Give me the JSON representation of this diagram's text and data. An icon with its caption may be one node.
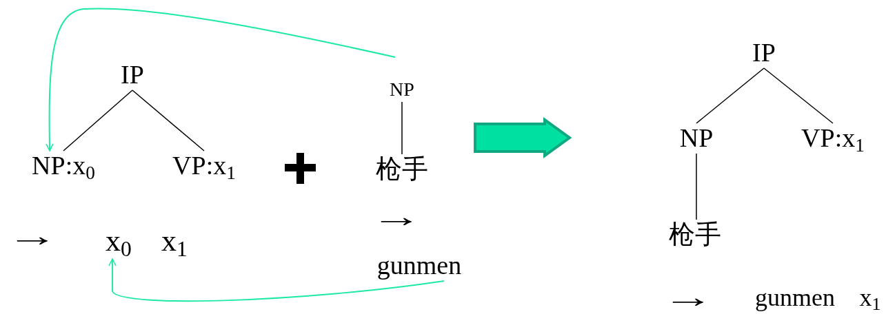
{
  "diagram": {
    "nodes": [
      {
        "text": [
          "IP"
        ]
      },
      {
        "text": [
          "NP:x$_{0}$"
        ]
      },
      {
        "text": [
          "VP:x$_{1}$"
        ]
      },
      {
        "text": [
          "NP"
        ]
      },
      {
        "text": [
          "枪手"
        ]
      },
      {
        "text": [
          "gunmen"
        ]
      },
      {
        "text": [
          "x$_{0}$"
        ]
      },
      {
        "text": [
          "IP"
        ]
      },
      {
        "text": [
          "NP"
        ]
      },
      {
        "text": [
          "VP:x$_{1}$"
        ]
      },
      {
        "text": [
          "枪手"
        ]
      }
    ],
    "edges": [
      {
        "from": 0,
        "to": 1,
        "arrow": "none"
      },
      {
        "from": 0,
        "to": 2,
        "arrow": "none"
      },
      {
        "from": 3,
        "to": 4,
        "arrow": "none"
      },
      {
        "from": 3,
        "to": 1,
        "arrow": "to",
        "color": "#1de9a6"
      },
      {
        "from": 5,
        "to": 6,
        "arrow": "to",
        "color": "#1de9a6"
      },
      {
        "from": 7,
        "to": 8,
        "arrow": "none"
      },
      {
        "from": 7,
        "to": 9,
        "arrow": "none"
      },
      {
        "from": 8,
        "to": 10,
        "arrow": "none"
      }
    ],
    "labels": [
      "→",
      "x$_{1}$",
      "→",
      "→",
      "gunmen",
      "x$_{1}$"
    ]
  }
}
